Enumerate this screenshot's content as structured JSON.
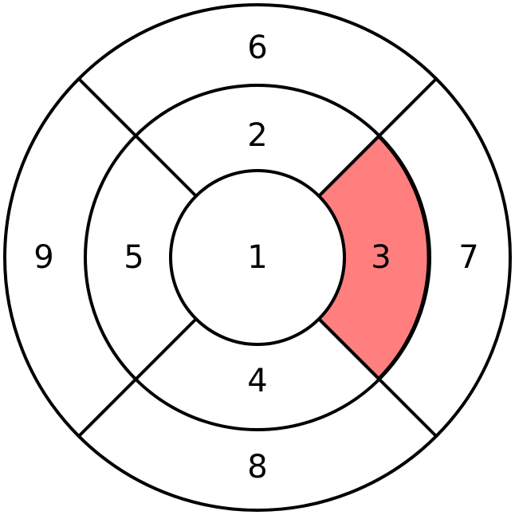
{
  "diagram": {
    "segments": [
      {
        "id": "1",
        "label": "1",
        "ring": "center",
        "highlighted": false
      },
      {
        "id": "2",
        "label": "2",
        "ring": "middle",
        "position": "top",
        "highlighted": false
      },
      {
        "id": "3",
        "label": "3",
        "ring": "middle",
        "position": "right",
        "highlighted": true
      },
      {
        "id": "4",
        "label": "4",
        "ring": "middle",
        "position": "bottom",
        "highlighted": false
      },
      {
        "id": "5",
        "label": "5",
        "ring": "middle",
        "position": "left",
        "highlighted": false
      },
      {
        "id": "6",
        "label": "6",
        "ring": "outer",
        "position": "top",
        "highlighted": false
      },
      {
        "id": "7",
        "label": "7",
        "ring": "outer",
        "position": "right",
        "highlighted": false
      },
      {
        "id": "8",
        "label": "8",
        "ring": "outer",
        "position": "bottom",
        "highlighted": false
      },
      {
        "id": "9",
        "label": "9",
        "ring": "outer",
        "position": "left",
        "highlighted": false
      }
    ],
    "colors": {
      "highlight": "#ff7f7f",
      "stroke": "#000000",
      "background": "#ffffff"
    }
  }
}
